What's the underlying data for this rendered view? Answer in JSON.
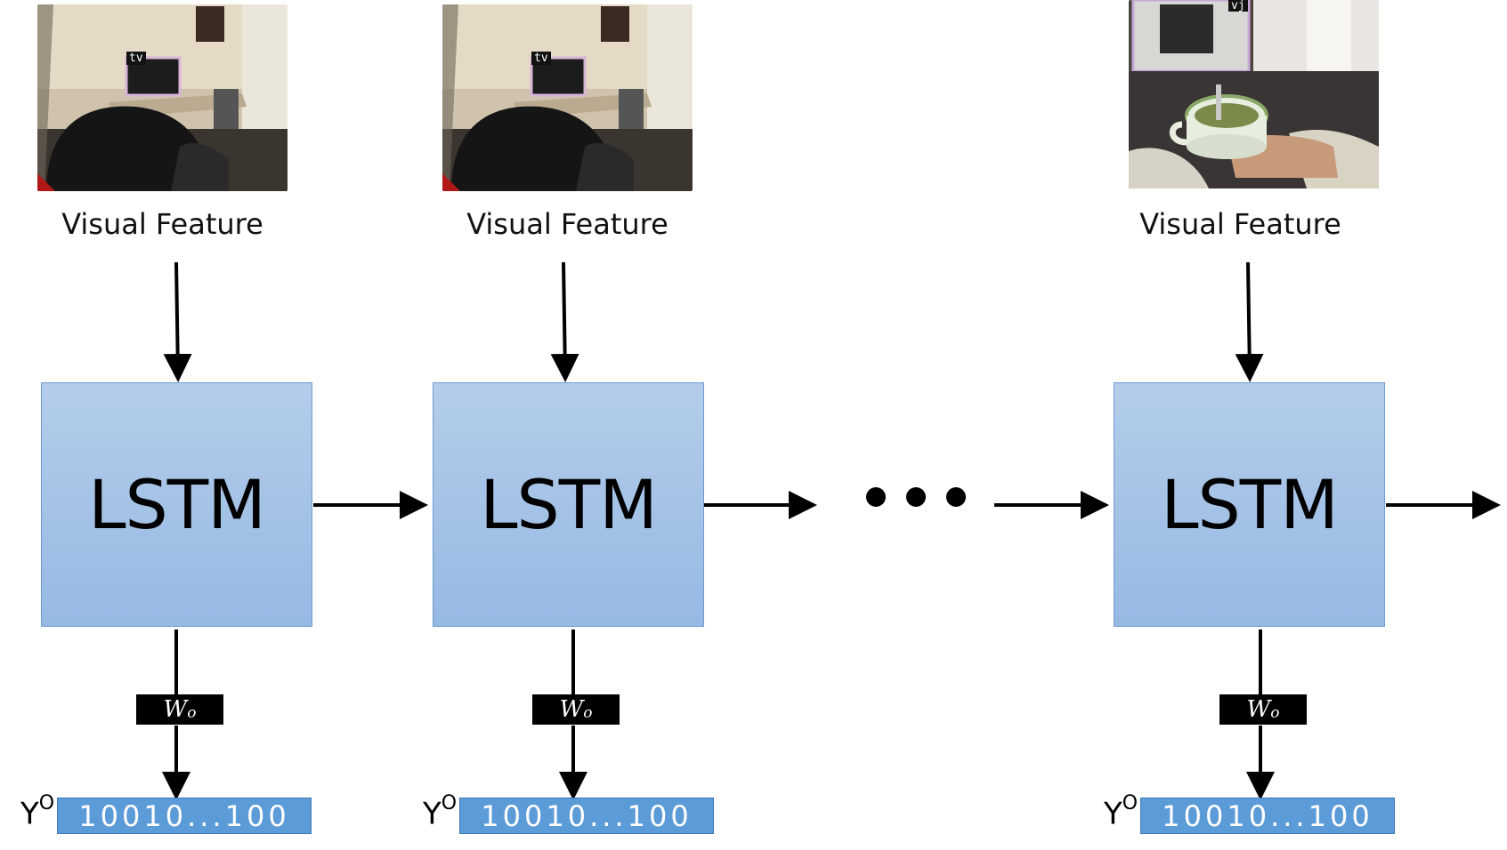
{
  "steps": [
    {
      "frame_label": "tv",
      "caption": "Visual Feature",
      "cell_label": "LSTM",
      "weight_label": "W",
      "weight_sub": "o",
      "output_label": "Y",
      "output_sup": "O",
      "output_bits": "10010...100"
    },
    {
      "frame_label": "tv",
      "caption": "Visual Feature",
      "cell_label": "LSTM",
      "weight_label": "W",
      "weight_sub": "o",
      "output_label": "Y",
      "output_sup": "O",
      "output_bits": "10010...100"
    },
    {
      "frame_label": "vj",
      "caption": "Visual Feature",
      "cell_label": "LSTM",
      "weight_label": "W",
      "weight_sub": "o",
      "output_label": "Y",
      "output_sup": "O",
      "output_bits": "10010...100"
    }
  ]
}
